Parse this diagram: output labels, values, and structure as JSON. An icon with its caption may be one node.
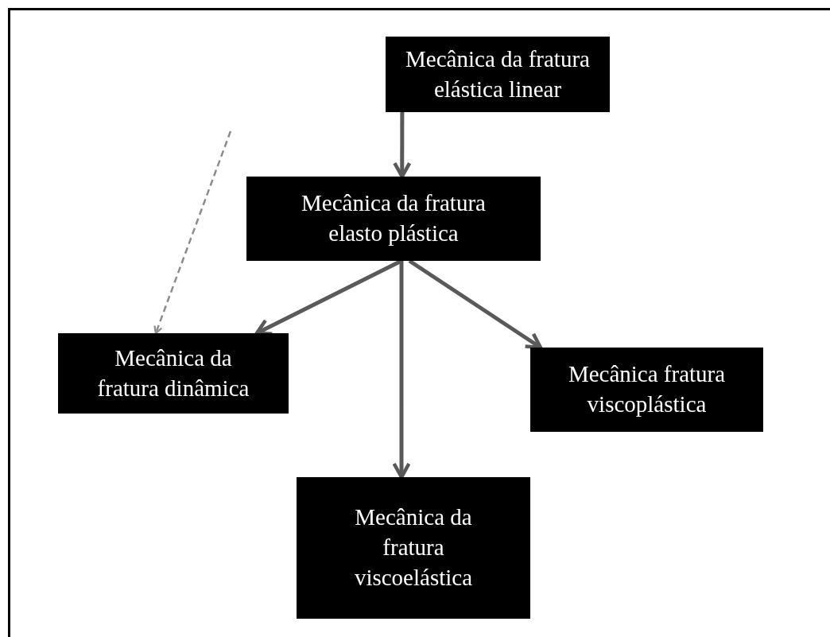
{
  "diagram": {
    "nodes": [
      {
        "text": [
          "Mecânica da fratura elástica linear"
        ]
      },
      {
        "text": [
          "Mecânica da fratura elasto plástica"
        ]
      },
      {
        "text": [
          "Mecânica da fratura dinâmica"
        ]
      },
      {
        "text": [
          "Mecânica fratura viscoplástica"
        ]
      },
      {
        "text": [
          "Mecânica da fratura viscoelástica"
        ]
      }
    ],
    "edges": [
      {
        "from": 0,
        "to": 1,
        "arrow": "to"
      },
      {
        "from": null,
        "to": 2,
        "arrow": "to",
        "style": "dashed",
        "color": "#8c8c8c"
      },
      {
        "from": 1,
        "to": 2,
        "arrow": "to"
      },
      {
        "from": 1,
        "to": 4,
        "arrow": "to"
      },
      {
        "from": 1,
        "to": 3,
        "arrow": "to"
      }
    ]
  }
}
